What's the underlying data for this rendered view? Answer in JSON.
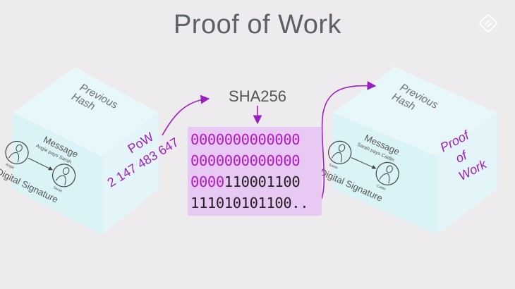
{
  "title": "Proof of Work",
  "logo": {
    "icon": "brand-logo-icon"
  },
  "hash_function": "SHA256",
  "hash_output": {
    "line1": "0000000000000",
    "line2": "0000000000000",
    "line3_prefix": "0000",
    "line3_rest": "110001100",
    "line4": "111010101100.."
  },
  "block_left": {
    "previous_hash": [
      "Previous",
      "Hash"
    ],
    "message": "Message",
    "message_detail": "Angie pays Sarah",
    "sender": "Angie",
    "receiver": "Sarah",
    "signature": "Digital Signature",
    "pow_label": "PoW",
    "pow_value": "2 147 483 647"
  },
  "block_right": {
    "previous_hash": [
      "Previous",
      "Hash"
    ],
    "message": "Message",
    "message_detail": "Sarah pays Caitlin",
    "sender": "Sarah",
    "receiver": "Caitlin",
    "signature": "Digital Signature",
    "proof": [
      "Proof",
      "of",
      "Work"
    ]
  },
  "colors": {
    "cube_front": "#d9f3f7",
    "cube_top": "#e8f7fa",
    "cube_side": "#e3f5f8",
    "accent_purple": "#9b1fc0",
    "hash_bg": "#e8c9f4",
    "zero_purple": "#b019c4"
  }
}
